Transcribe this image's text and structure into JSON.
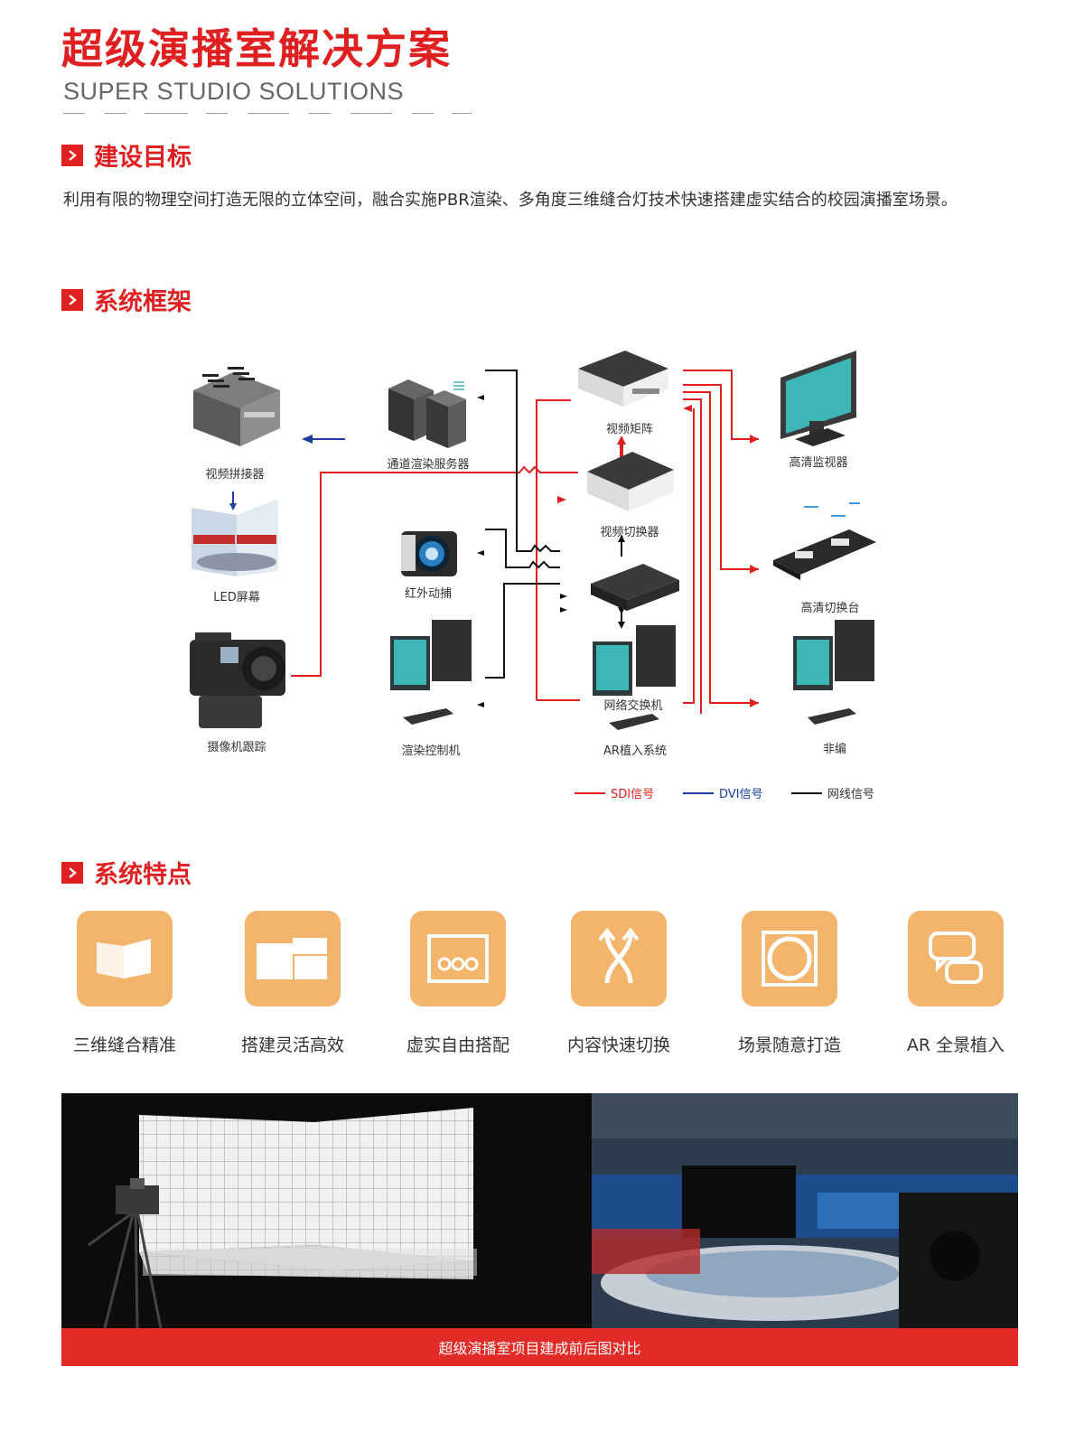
{
  "header": {
    "title": "超级演播室解决方案",
    "subtitle": "SUPER STUDIO SOLUTIONS"
  },
  "sections": {
    "goal": {
      "heading": "建设目标",
      "text": "利用有限的物理空间打造无限的立体空间，融合实施PBR渲染、多角度三维缝合灯技术快速搭建虚实结合的校园演播室场景。"
    },
    "framework": {
      "heading": "系统框架"
    },
    "features": {
      "heading": "系统特点"
    }
  },
  "diagram": {
    "nodes": {
      "stitcher": "视频拼接器",
      "led": "LED屏幕",
      "camera": "摄像机跟踪",
      "render_server": "通道渲染服务器",
      "infrared": "红外动捕",
      "render_control": "渲染控制机",
      "matrix": "视频矩阵",
      "switcher": "视频切换器",
      "network_switch": "网络交换机",
      "ar_system": "AR植入系统",
      "monitor": "高清监视器",
      "switch_console": "高清切换台",
      "nle": "非编"
    },
    "legend": {
      "sdi": "SDI信号",
      "dvi": "DVI信号",
      "network": "网线信号"
    },
    "colors": {
      "sdi": "#e02020",
      "dvi": "#1a3fa0",
      "network": "#111111"
    }
  },
  "features": [
    {
      "label": "三维缝合精准",
      "icon": "folded-panel-icon"
    },
    {
      "label": "搭建灵活高效",
      "icon": "stacked-blocks-icon"
    },
    {
      "label": "虚实自由搭配",
      "icon": "audience-screen-icon"
    },
    {
      "label": "内容快速切换",
      "icon": "crossing-arrows-icon"
    },
    {
      "label": "场景随意打造",
      "icon": "framed-circle-icon"
    },
    {
      "label": "AR 全景植入",
      "icon": "chat-bubbles-icon"
    }
  ],
  "photos": {
    "caption": "超级演播室项目建成前后图对比"
  },
  "theme": {
    "accent": "#e02020",
    "feature_bg": "#f2b56b",
    "caption_bg": "#e22b26"
  }
}
